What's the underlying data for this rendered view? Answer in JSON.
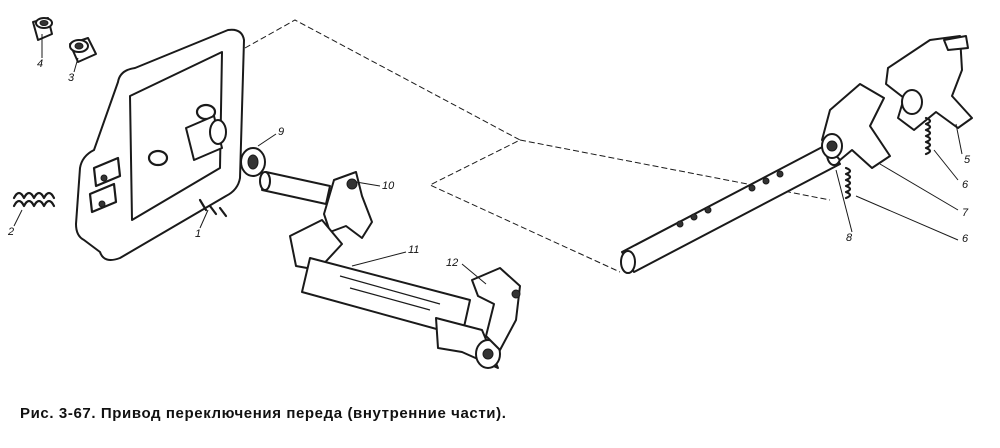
{
  "caption": "Рис. 3-67. Привод переключения переда (внутренние части).",
  "callouts": {
    "c1": "1",
    "c2": "2",
    "c3": "3",
    "c4": "4",
    "c5": "5",
    "c6a": "6",
    "c6b": "6",
    "c7": "7",
    "c8": "8",
    "c9": "9",
    "c10": "10",
    "c11": "11",
    "c12": "12"
  },
  "colors": {
    "ink": "#1a1a1a",
    "background": "#ffffff"
  }
}
